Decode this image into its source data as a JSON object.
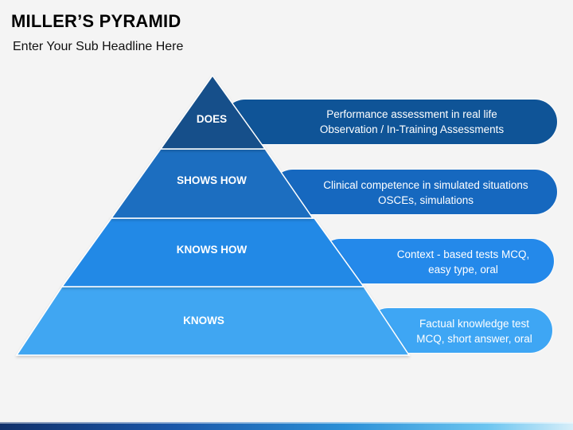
{
  "header": {
    "title": "MILLER’S PYRAMID",
    "subtitle": "Enter Your Sub Headline Here"
  },
  "pyramid": {
    "layers": [
      {
        "label": "DOES",
        "color": "#134f8a",
        "desc_line1": "Performance  assessment in real life",
        "desc_line2": "Observation / In-Training Assessments",
        "box_color": "#0f5497"
      },
      {
        "label": "SHOWS HOW",
        "color": "#1a6ec0",
        "desc_line1": "Clinical competence in simulated situations",
        "desc_line2": "OSCEs, simulations",
        "box_color": "#1668bf"
      },
      {
        "label": "KNOWS HOW",
        "color": "#2489e6",
        "desc_line1": "Context  - based tests MCQ,",
        "desc_line2": "easy type, oral",
        "box_color": "#2489ea"
      },
      {
        "label": "KNOWS",
        "color": "#3fa6f2",
        "desc_line1": "Factual knowledge test",
        "desc_line2": "MCQ, short answer, oral",
        "box_color": "#3ea6f4"
      }
    ]
  }
}
